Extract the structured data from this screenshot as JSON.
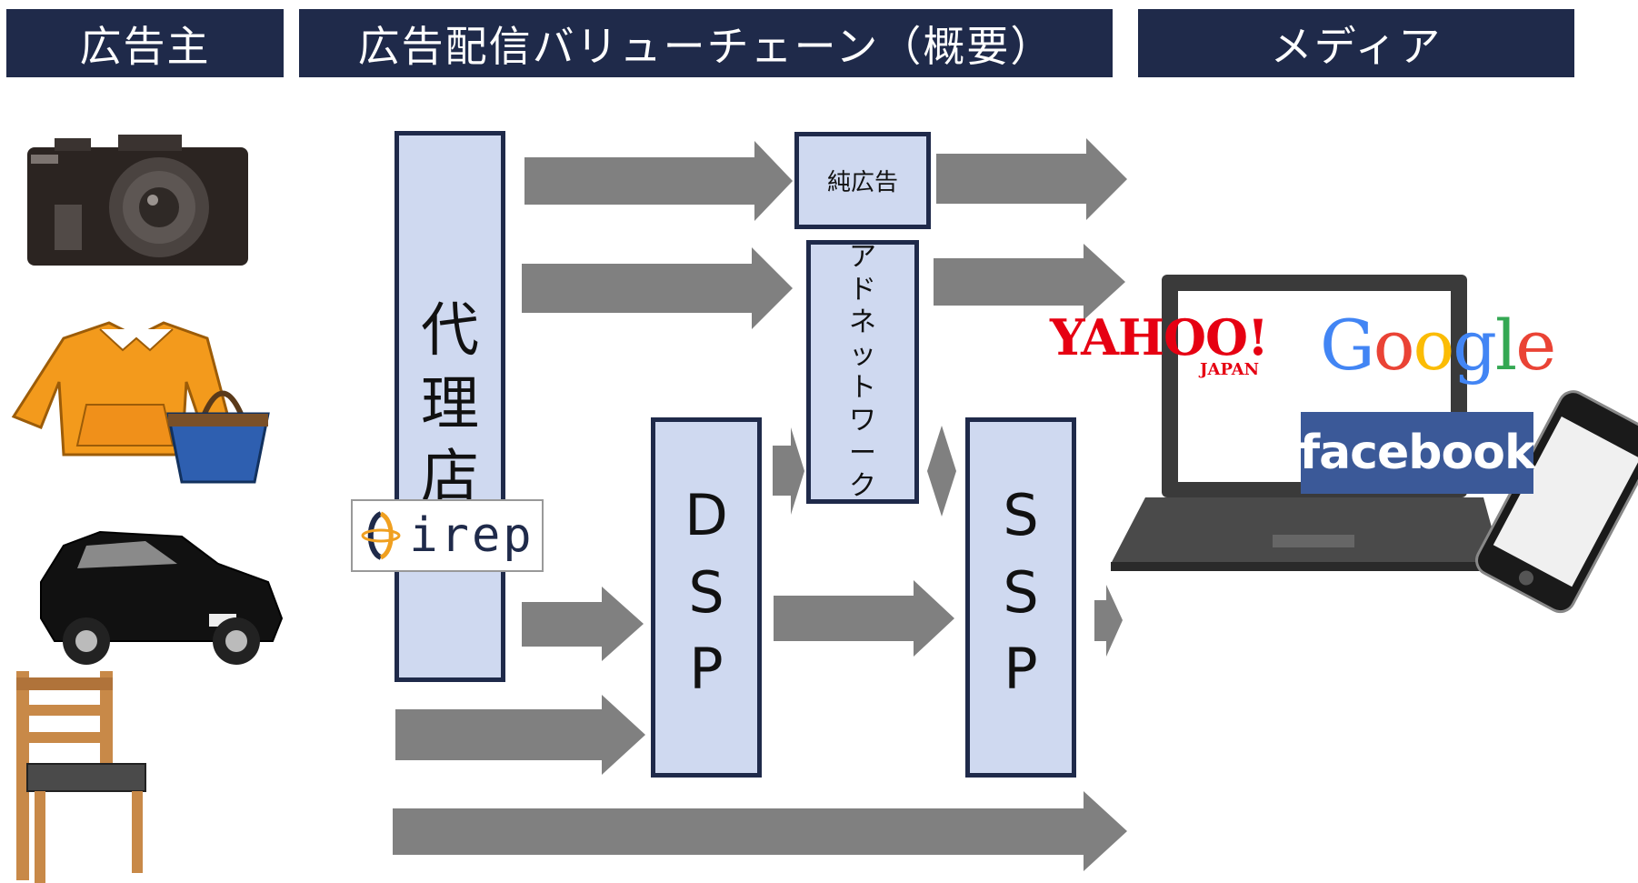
{
  "headers": {
    "advertiser": "広告主",
    "value_chain": "広告配信バリューチェーン（概要）",
    "media": "メディア"
  },
  "nodes": {
    "agency": "代理店",
    "pure_ad": "純広告",
    "ad_network": "アドネットワーク",
    "dsp": "DSP",
    "ssp": "SSP"
  },
  "logos": {
    "irep": "irep",
    "yahoo": "YAHOO!",
    "yahoo_sub": "JAPAN",
    "google": "Google",
    "facebook": "facebook"
  },
  "colors": {
    "header_bg": "#1f2a4a",
    "node_fill": "#cfd9f0",
    "arrow": "#808080"
  },
  "icons": [
    "camera-icon",
    "hoodie-icon",
    "tote-bag-icon",
    "car-icon",
    "chair-icon",
    "laptop-icon",
    "smartphone-icon"
  ]
}
